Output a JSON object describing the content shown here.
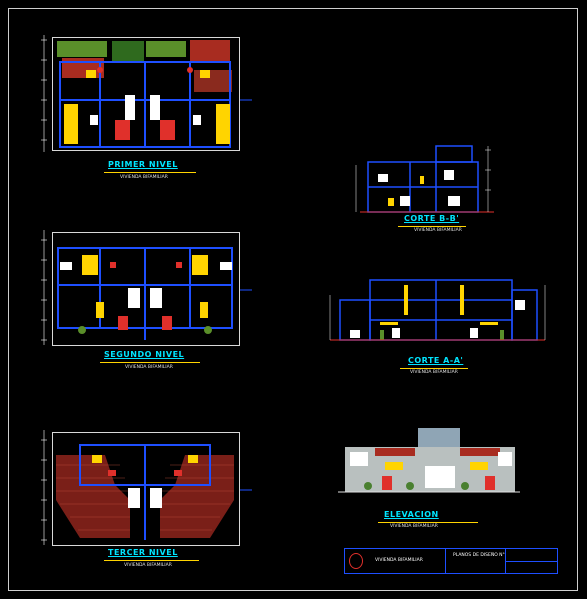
{
  "drawing": {
    "plans": [
      {
        "id": "plan-1",
        "title": "PRIMER NIVEL",
        "subtitle": "VIVIENDA BIFAMILIAR"
      },
      {
        "id": "plan-2",
        "title": "SEGUNDO NIVEL",
        "subtitle": "VIVIENDA BIFAMILIAR"
      },
      {
        "id": "plan-3",
        "title": "TERCER NIVEL",
        "subtitle": "VIVIENDA BIFAMILIAR"
      }
    ],
    "sections": [
      {
        "id": "section-bb",
        "title": "CORTE B-B'",
        "subtitle": "VIVIENDA BIFAMILIAR"
      },
      {
        "id": "section-aa",
        "title": "CORTE A-A'",
        "subtitle": "VIVIENDA BIFAMILIAR"
      },
      {
        "id": "elevation",
        "title": "ELEVACION",
        "subtitle": "VIVIENDA BIFAMILIAR"
      }
    ],
    "title_block": {
      "project": "VIVIENDA BIFAMILIAR",
      "sheet_name": "PLANOS DE DISEÑO N°",
      "colors": {
        "frame": "#cfcfcf",
        "accent": "#00e5ff",
        "yellow": "#ffd400",
        "red": "#e0302b",
        "green": "#5a8f2a"
      }
    }
  }
}
